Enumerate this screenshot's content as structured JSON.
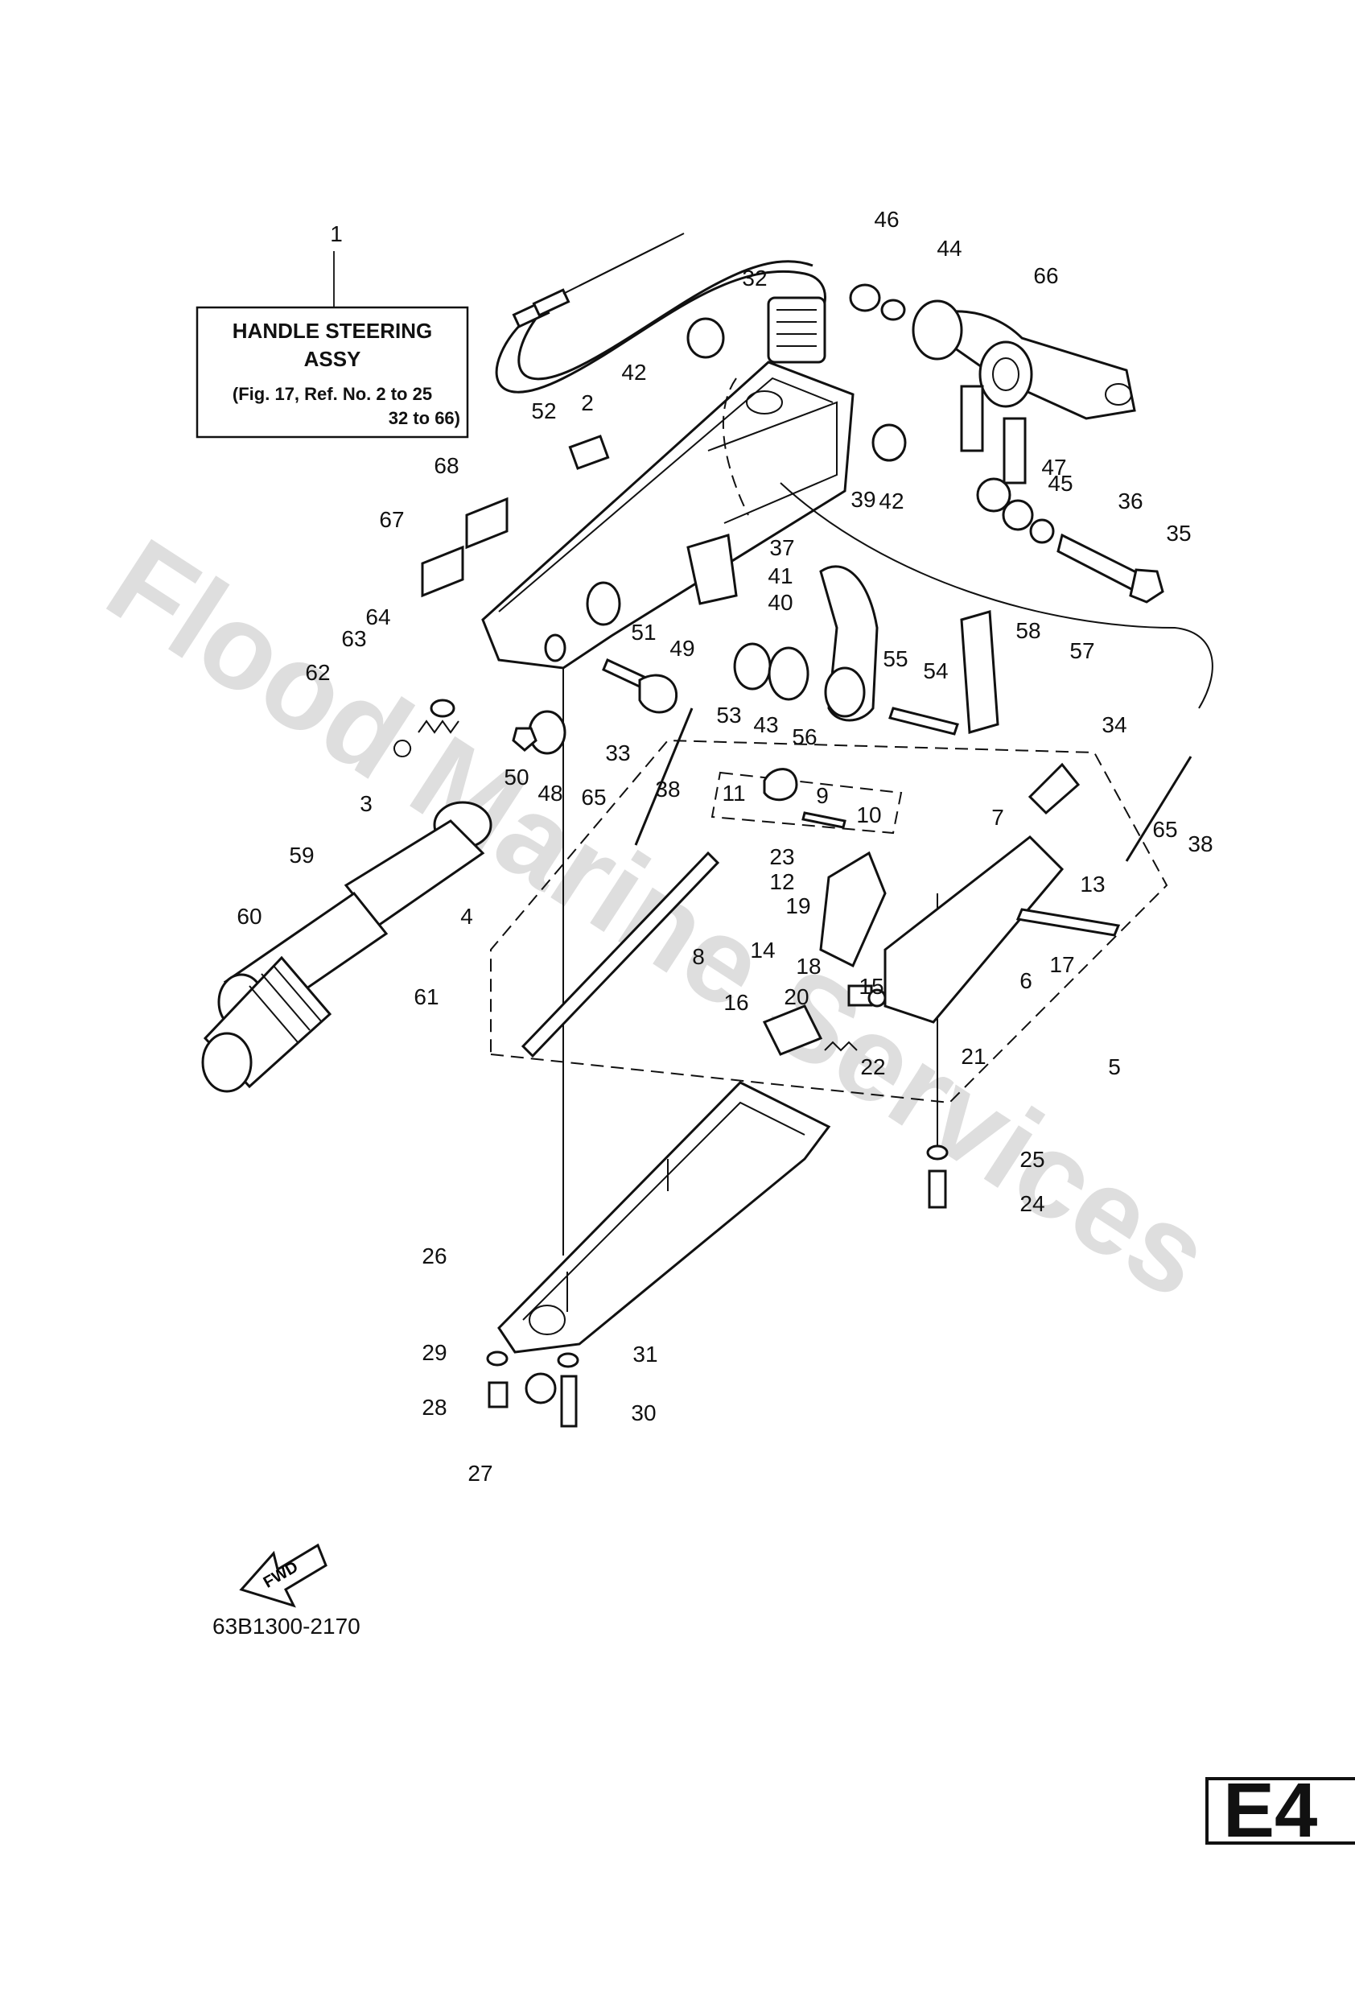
{
  "title_box": {
    "ref": "1",
    "line1": "HANDLE STEERING",
    "line2": "ASSY",
    "line3": "(Fig. 17, Ref. No. 2 to 25",
    "line4": "32 to 66)"
  },
  "watermark": "Flood Marine Services",
  "drawing_code": "63B1300-2170",
  "fwd_arrow": "FWD",
  "page_tag": "E4",
  "callouts": [
    "1",
    "2",
    "3",
    "4",
    "5",
    "6",
    "7",
    "8",
    "9",
    "10",
    "11",
    "12",
    "13",
    "14",
    "15",
    "16",
    "17",
    "18",
    "19",
    "20",
    "21",
    "22",
    "23",
    "24",
    "25",
    "26",
    "27",
    "28",
    "29",
    "30",
    "31",
    "32",
    "33",
    "34",
    "35",
    "36",
    "37",
    "38",
    "38",
    "39",
    "40",
    "41",
    "42",
    "42",
    "43",
    "44",
    "45",
    "46",
    "47",
    "48",
    "49",
    "50",
    "51",
    "52",
    "53",
    "54",
    "55",
    "56",
    "57",
    "58",
    "59",
    "60",
    "61",
    "62",
    "63",
    "64",
    "65",
    "65",
    "66",
    "67",
    "68"
  ],
  "colors": {
    "ink": "#111111",
    "watermark": "#d4d4d4",
    "paper": "#ffffff"
  }
}
